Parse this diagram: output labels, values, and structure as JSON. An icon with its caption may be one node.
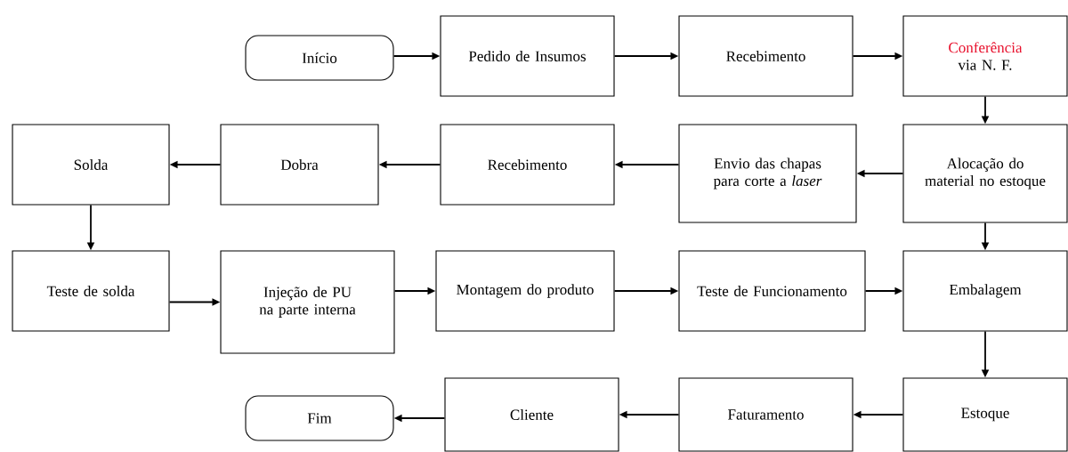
{
  "diagram": {
    "nodes": [
      {
        "text": [
          "Início"
        ]
      },
      {
        "text": [
          "Pedido de Insumos"
        ]
      },
      {
        "text": [
          "Recebimento"
        ]
      },
      {
        "text": [
          "Conferência",
          "via N. F."
        ]
      },
      {
        "text": [
          "Solda"
        ]
      },
      {
        "text": [
          "Dobra"
        ]
      },
      {
        "text": [
          "Recebimento"
        ]
      },
      {
        "text": [
          "Envio das chapas para corte a *laser*"
        ]
      },
      {
        "text": [
          "Alocação do material no estoque"
        ]
      },
      {
        "text": [
          "Teste de solda"
        ]
      },
      {
        "text": [
          "Injeção de PU na parte interna"
        ]
      },
      {
        "text": [
          "Montagem do produto"
        ]
      },
      {
        "text": [
          "Teste de Funcionamento"
        ]
      },
      {
        "text": [
          "Embalagem"
        ]
      },
      {
        "text": [
          "Fim"
        ]
      },
      {
        "text": [
          "Cliente"
        ]
      },
      {
        "text": [
          "Faturamento"
        ]
      },
      {
        "text": [
          "Estoque"
        ]
      }
    ],
    "edges": [
      {
        "from": 0,
        "to": 1,
        "arrow": "to"
      },
      {
        "from": 1,
        "to": 2,
        "arrow": "to"
      },
      {
        "from": 2,
        "to": 3,
        "arrow": "to"
      },
      {
        "from": 3,
        "to": 8,
        "arrow": "to"
      },
      {
        "from": 8,
        "to": 7,
        "arrow": "to"
      },
      {
        "from": 7,
        "to": 6,
        "arrow": "to"
      },
      {
        "from": 6,
        "to": 5,
        "arrow": "to"
      },
      {
        "from": 5,
        "to": 4,
        "arrow": "to"
      },
      {
        "from": 4,
        "to": 9,
        "arrow": "to"
      },
      {
        "from": 9,
        "to": 10,
        "arrow": "to"
      },
      {
        "from": 10,
        "to": 11,
        "arrow": "to"
      },
      {
        "from": 11,
        "to": 12,
        "arrow": "to"
      },
      {
        "from": 12,
        "to": 13,
        "arrow": "to"
      },
      {
        "from": 8,
        "to": 13,
        "arrow": "to"
      },
      {
        "from": 13,
        "to": 17,
        "arrow": "to"
      },
      {
        "from": 17,
        "to": 16,
        "arrow": "to"
      },
      {
        "from": 16,
        "to": 15,
        "arrow": "to"
      },
      {
        "from": 15,
        "to": 14,
        "arrow": "to"
      }
    ]
  }
}
